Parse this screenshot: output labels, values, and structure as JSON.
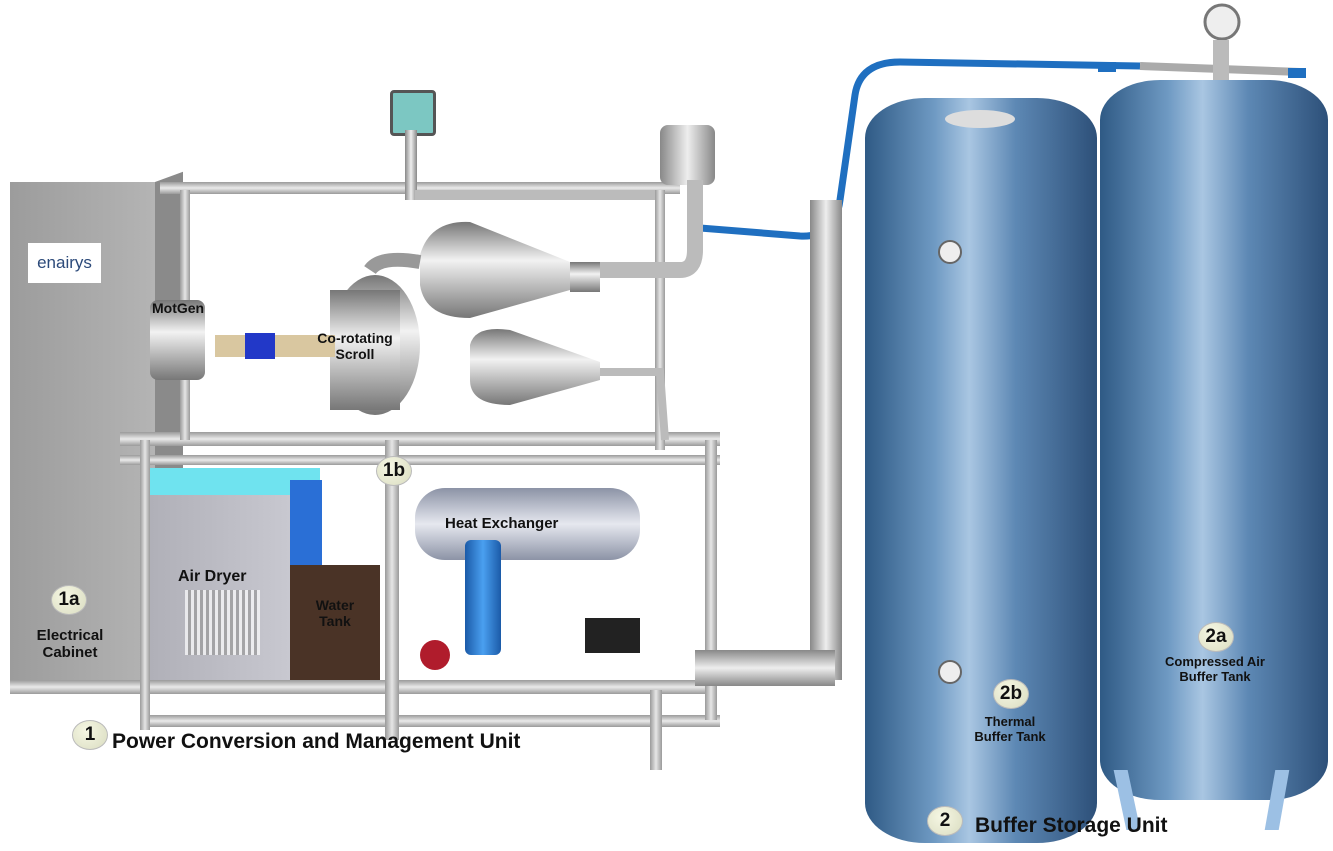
{
  "logo": {
    "text": "enairys"
  },
  "components": {
    "motgen": "MotGen",
    "scroll_line1": "Co-rotating",
    "scroll_line2": "Scroll",
    "heat_exchanger": "Heat Exchanger",
    "air_dryer": "Air Dryer",
    "water_tank_line1": "Water",
    "water_tank_line2": "Tank",
    "cabinet_line1": "Electrical",
    "cabinet_line2": "Cabinet",
    "compressed_line1": "Compressed Air",
    "compressed_line2": "Buffer Tank",
    "thermal_line1": "Thermal",
    "thermal_line2": "Buffer Tank"
  },
  "badges": {
    "b1": "1",
    "b1a": "1a",
    "b1b": "1b",
    "b2": "2",
    "b2a": "2a",
    "b2b": "2b"
  },
  "units": {
    "unit1": "Power Conversion and Management Unit",
    "unit2": "Buffer Storage Unit"
  },
  "colors": {
    "tank_blue": "#5d88b4",
    "pipe_blue": "#1f6fc0",
    "dryer_blue": "#2a6fd6",
    "water_tank_brown": "#4a3326"
  }
}
